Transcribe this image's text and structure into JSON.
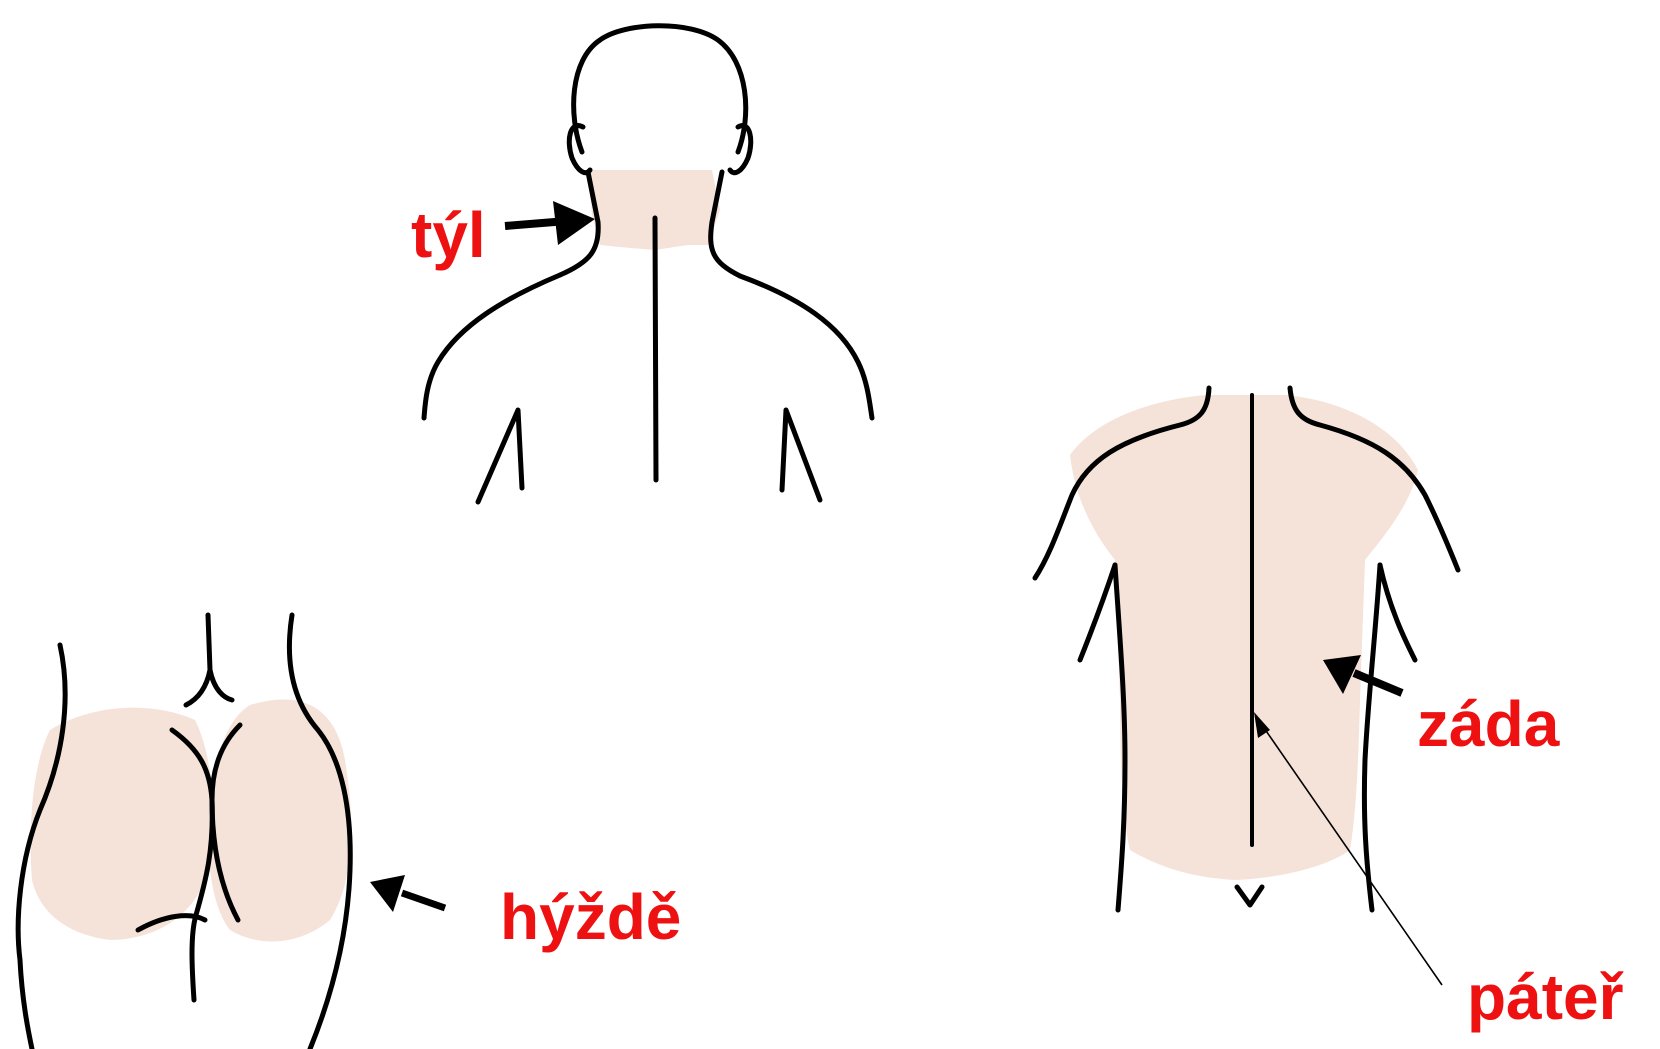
{
  "labels": {
    "tyl": "týl",
    "zada": "záda",
    "pater": "páteř",
    "hyzde": "hýždě"
  },
  "colors": {
    "label": "#ee1111",
    "highlight": "#f5e3da",
    "outline": "#000000"
  }
}
